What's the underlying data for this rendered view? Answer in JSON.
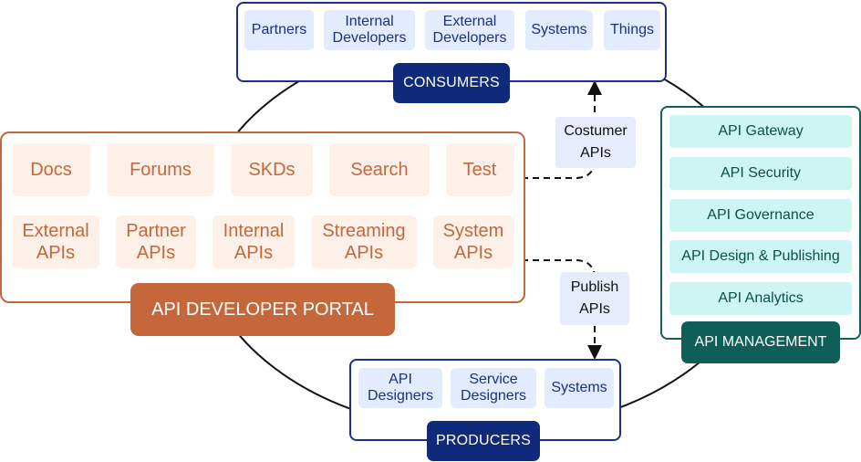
{
  "consumers": {
    "title": "CONSUMERS",
    "items": [
      "Partners",
      "Internal Developers",
      "External Developers",
      "Systems",
      "Things"
    ]
  },
  "portal": {
    "title": "API DEVELOPER PORTAL",
    "row1": [
      "Docs",
      "Forums",
      "SKDs",
      "Search",
      "Test"
    ],
    "row2": [
      "External APIs",
      "Partner APIs",
      "Internal APIs",
      "Streaming APIs",
      "System APIs"
    ]
  },
  "management": {
    "title": "API MANAGEMENT",
    "items": [
      "API Gateway",
      "API Security",
      "API Governance",
      "API Design & Publishing",
      "API Analytics"
    ]
  },
  "producers": {
    "title": "PRODUCERS",
    "items": [
      "API Designers",
      "Service Designers",
      "Systems"
    ]
  },
  "flows": {
    "consumer_apis": "Costumer APIs",
    "publish_apis": "Publish APIs"
  },
  "colors": {
    "consumers": "#1b2f86",
    "portal": "#c4673a",
    "management": "#0f5e57",
    "flow_label_bg": "#e6ecfb"
  }
}
